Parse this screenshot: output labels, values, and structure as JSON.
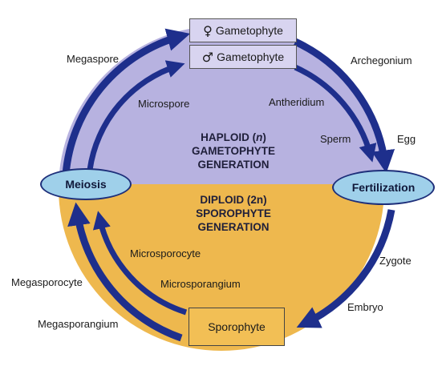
{
  "colors": {
    "haploid_fill": "#b7b2e0",
    "diploid_fill": "#eeb84e",
    "arrow": "#1e2f8c",
    "oval_fill": "#9fd0ea",
    "sporophyte_box_fill": "#f2bf55",
    "gametophyte_box_fill": "#d8d4f0"
  },
  "boxes": {
    "female_gametophyte": {
      "symbol": "♀",
      "label": "Gametophyte"
    },
    "male_gametophyte": {
      "symbol": "♂",
      "label": "Gametophyte"
    },
    "sporophyte": {
      "label": "Sporophyte"
    }
  },
  "ovals": {
    "meiosis": "Meiosis",
    "fertilization": "Fertilization"
  },
  "haploid_text": {
    "line1_pre": "HAPLOID (",
    "line1_var": "n",
    "line1_post": ")",
    "line2": "GAMETOPHYTE",
    "line3": "GENERATION"
  },
  "diploid_text": {
    "line1": "DIPLOID (2n)",
    "line2": "SPOROPHYTE",
    "line3": "GENERATION"
  },
  "labels": {
    "megaspore": "Megaspore",
    "microspore": "Microspore",
    "archegonium": "Archegonium",
    "antheridium": "Antheridium",
    "sperm": "Sperm",
    "egg": "Egg",
    "zygote": "Zygote",
    "embryo": "Embryo",
    "microsporocyte": "Microsporocyte",
    "microsporangium": "Microsporangium",
    "megasporocyte": "Megasporocyte",
    "megasporangium": "Megasporangium"
  }
}
